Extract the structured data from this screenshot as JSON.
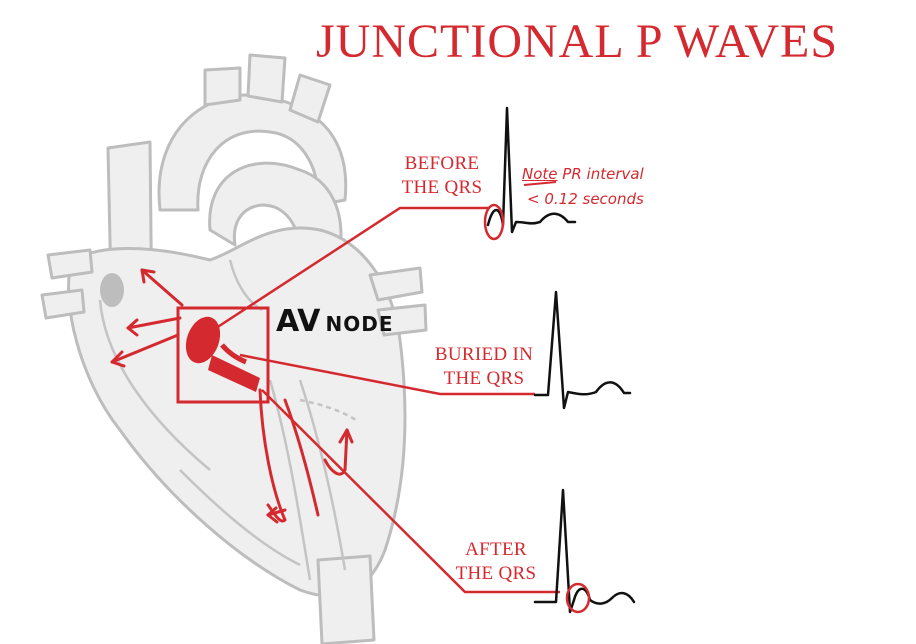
{
  "title": "JUNCTIONAL P WAVES",
  "node_label": {
    "main": "AV",
    "suffix": "NODE"
  },
  "callouts": [
    {
      "line1": "BEFORE",
      "line2": "THE QRS"
    },
    {
      "line1": "BURIED IN",
      "line2": "THE QRS"
    },
    {
      "line1": "AFTER",
      "line2": "THE QRS"
    }
  ],
  "note": {
    "word": "Note",
    "line1": "PR interval",
    "line2": "< 0.12 seconds"
  },
  "colors": {
    "accent": "#d42a2f",
    "heart_outline": "#bdbdbd",
    "heart_fill": "#efefef",
    "ink": "#111111"
  }
}
